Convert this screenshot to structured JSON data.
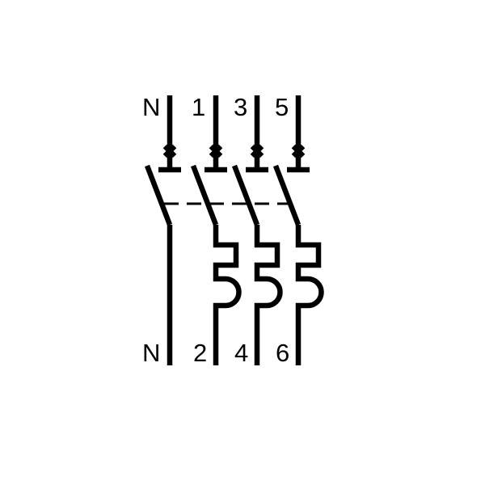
{
  "diagram": {
    "top_labels": [
      "N",
      "1",
      "3",
      "5"
    ],
    "bottom_labels": [
      "N",
      "2",
      "4",
      "6"
    ],
    "line_color": "#000000",
    "background": "#ffffff"
  }
}
